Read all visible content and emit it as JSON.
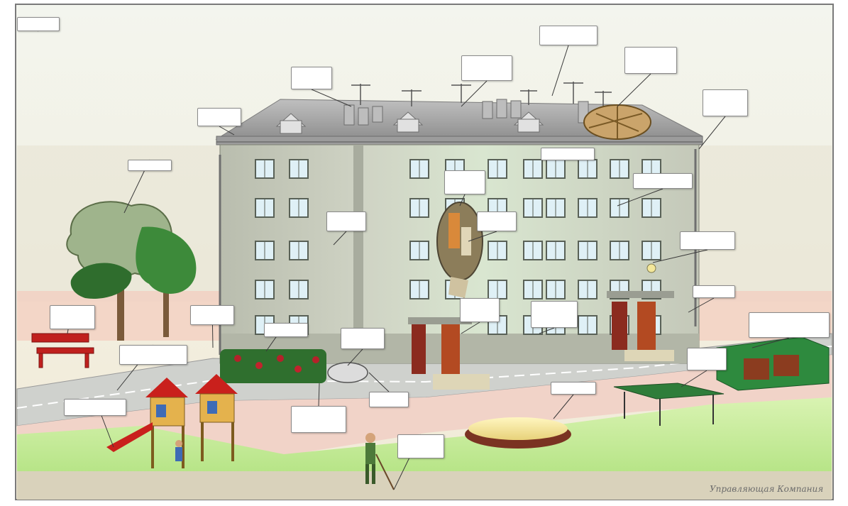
{
  "callouts": [
    {
      "name": "callout-roof-top",
      "text": ""
    },
    {
      "name": "callout-roof-fence",
      "text": ""
    },
    {
      "name": "callout-roof-cleaning",
      "text": ""
    },
    {
      "name": "callout-roof-equipment",
      "text": ""
    },
    {
      "name": "callout-attic-cleaning",
      "text": ""
    },
    {
      "name": "callout-gutter",
      "text": ""
    },
    {
      "name": "callout-icicles",
      "text": ""
    },
    {
      "name": "callout-tree-trimming",
      "text": ""
    },
    {
      "name": "callout-facade-left",
      "text": ""
    },
    {
      "name": "callout-entrance-common",
      "text": ""
    },
    {
      "name": "callout-facade-repair",
      "text": ""
    },
    {
      "name": "callout-facade-center",
      "text": ""
    },
    {
      "name": "callout-intercom",
      "text": ""
    },
    {
      "name": "callout-lighting",
      "text": ""
    },
    {
      "name": "callout-entrance-repair",
      "text": ""
    },
    {
      "name": "callout-entrance-door",
      "text": ""
    },
    {
      "name": "callout-porch",
      "text": ""
    },
    {
      "name": "callout-bench-install",
      "text": ""
    },
    {
      "name": "callout-lawn-care",
      "text": ""
    },
    {
      "name": "callout-flowerbeds",
      "text": ""
    },
    {
      "name": "callout-sidewalk-repair",
      "text": ""
    },
    {
      "name": "callout-playground-repair",
      "text": ""
    },
    {
      "name": "callout-playground",
      "text": ""
    },
    {
      "name": "callout-drain-wells",
      "text": ""
    },
    {
      "name": "callout-path-repair",
      "text": ""
    },
    {
      "name": "callout-sandbox",
      "text": ""
    },
    {
      "name": "callout-territory-cleaning",
      "text": ""
    },
    {
      "name": "callout-tennis-table",
      "text": ""
    },
    {
      "name": "callout-waste-removal",
      "text": ""
    }
  ],
  "signature": {
    "text": "Управляющая Компания"
  },
  "colors": {
    "sky": "#f6f1e2",
    "ground_far": "#e9e1cf",
    "grass": "#c9ec9a",
    "wall": "#c9ccbf",
    "roof": "#a9a9a9",
    "road": "#cfd1cd",
    "path_pink": "#f2c1b4"
  }
}
